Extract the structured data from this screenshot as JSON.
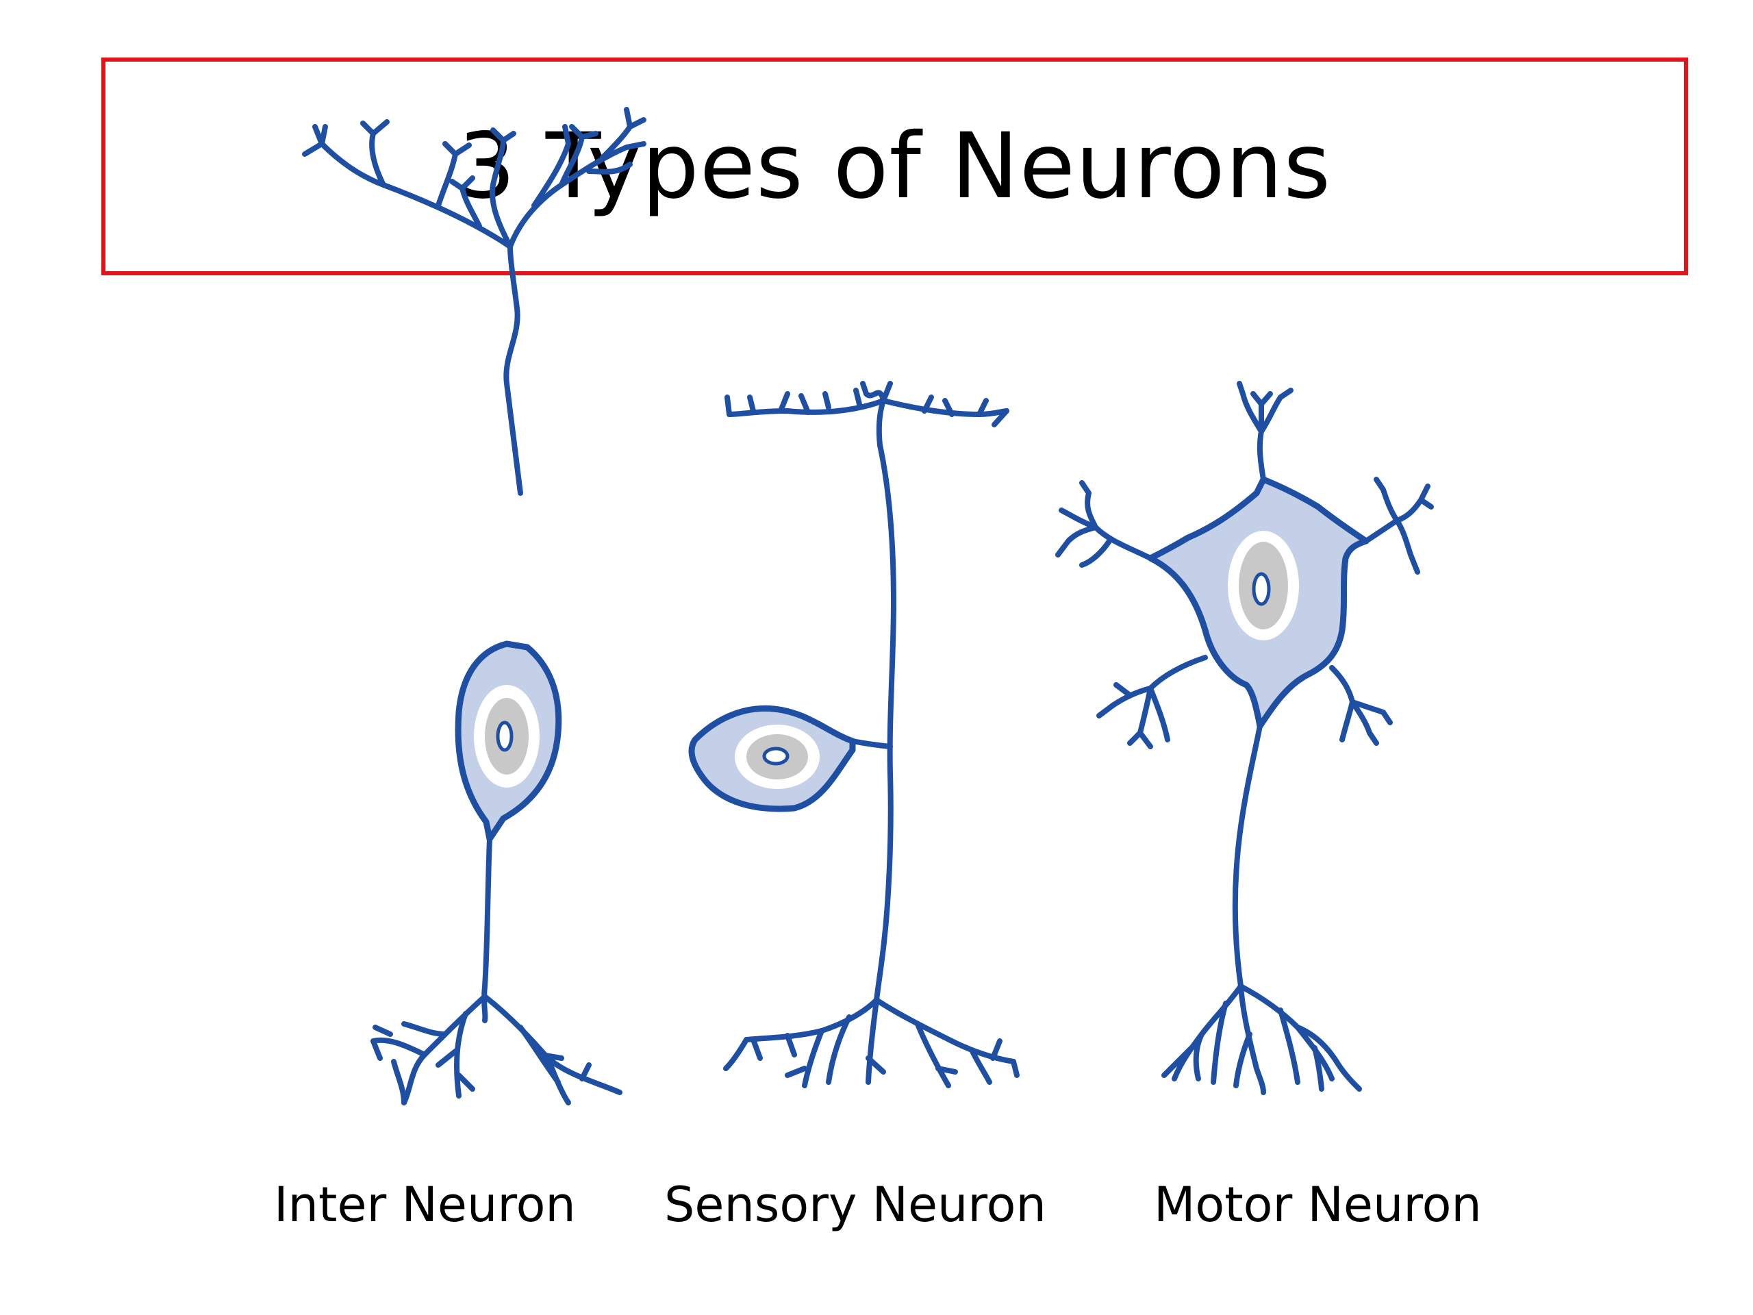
{
  "title": "3 Types of Neurons",
  "neurons": [
    {
      "label": "Inter Neuron",
      "icon": "inter-neuron-icon"
    },
    {
      "label": "Sensory Neuron",
      "icon": "sensory-neuron-icon"
    },
    {
      "label": "Motor Neuron",
      "icon": "motor-neuron-icon"
    }
  ],
  "colors": {
    "outline": "#1f4fa3",
    "cell_fill": "#c3d0e8",
    "nucleus_ring": "#ffffff",
    "nucleus": "#c8c8c8",
    "title_border": "#e0141b"
  }
}
